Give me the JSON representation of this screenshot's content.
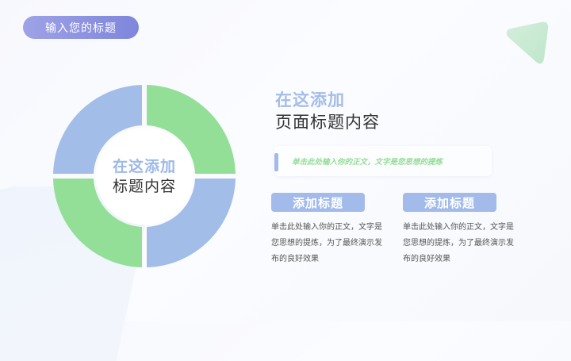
{
  "header": {
    "title_pill": "输入您的标题"
  },
  "donut": {
    "center_line1": "在这添加",
    "center_line2": "标题内容",
    "segments": [
      {
        "position": "top-left",
        "color": "#a3bde9"
      },
      {
        "position": "top-right",
        "color": "#94df98"
      },
      {
        "position": "bottom-right",
        "color": "#a3bde9"
      },
      {
        "position": "bottom-left",
        "color": "#94df98"
      }
    ]
  },
  "main": {
    "title_line1": "在这添加",
    "title_line2": "页面标题内容",
    "quote": "单击此处输入你的正文，文字是您思想的提炼"
  },
  "cards": [
    {
      "tag": "添加标题",
      "body": "单击此处输入你的正文，文字是您思想的提炼，为了最终演示发布的良好效果"
    },
    {
      "tag": "添加标题",
      "body": "单击此处输入你的正文，文字是您思想的提炼，为了最终演示发布的良好效果"
    }
  ],
  "colors": {
    "blue": "#a3bde9",
    "green": "#94df98",
    "pill": "#8b91e0",
    "text": "#333333"
  }
}
